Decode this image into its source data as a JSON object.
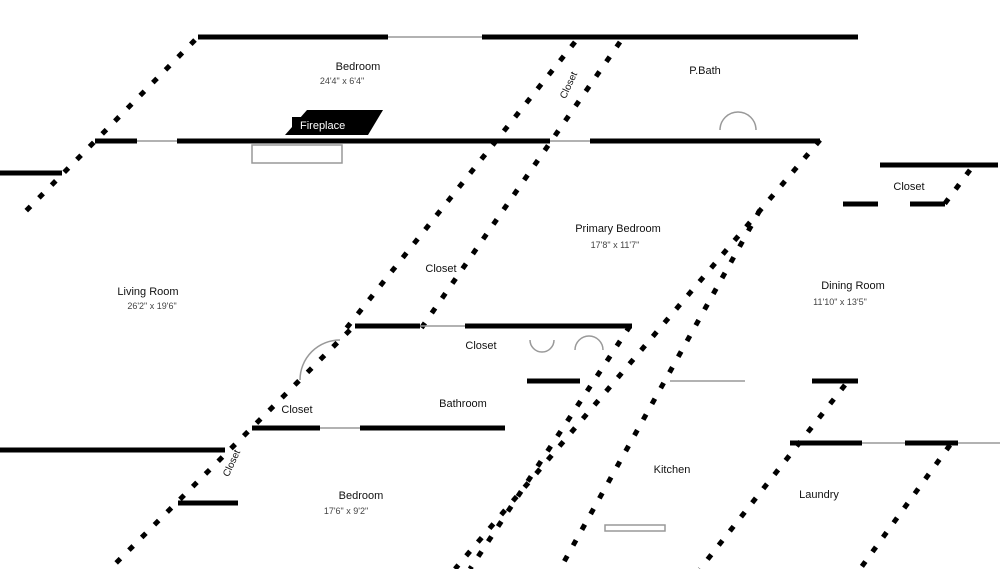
{
  "rooms": [
    {
      "name": "Bedroom",
      "dims": "24'4\" x 6'4\""
    },
    {
      "name": "P.Bath"
    },
    {
      "name": "Primary Bedroom",
      "dims": "17'8\" x 11'7\""
    },
    {
      "name": "Living Room",
      "dims": "26'2\" x 19'6\""
    },
    {
      "name": "Dining Room",
      "dims": "11'10\" x 13'5\""
    },
    {
      "name": "Closet"
    },
    {
      "name": "Closet"
    },
    {
      "name": "Closet"
    },
    {
      "name": "Closet"
    },
    {
      "name": "Closet"
    },
    {
      "name": "Closet"
    },
    {
      "name": "Bathroom"
    },
    {
      "name": "Kitchen"
    },
    {
      "name": "Bedroom",
      "dims": "17'6\" x 9'2\""
    },
    {
      "name": "Laundry"
    }
  ],
  "fixtures": {
    "fireplace": "Fireplace"
  },
  "colors": {
    "wall": "#000000",
    "thin": "#999999"
  }
}
